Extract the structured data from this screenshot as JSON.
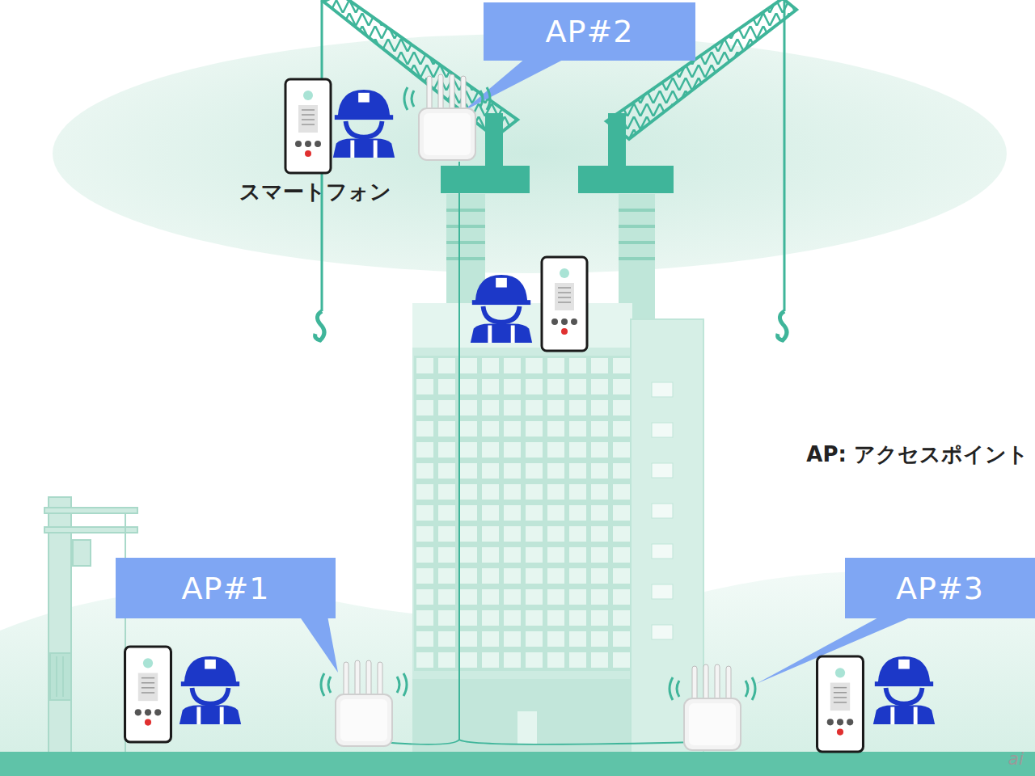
{
  "diagram": {
    "nodes": [
      {
        "text": [
          "AP#2"
        ]
      },
      {
        "text": [
          "AP#1"
        ]
      },
      {
        "text": [
          "AP#3"
        ]
      }
    ],
    "labels": [
      "スマートフォン",
      "AP: アクセスポイント",
      "ai"
    ]
  }
}
